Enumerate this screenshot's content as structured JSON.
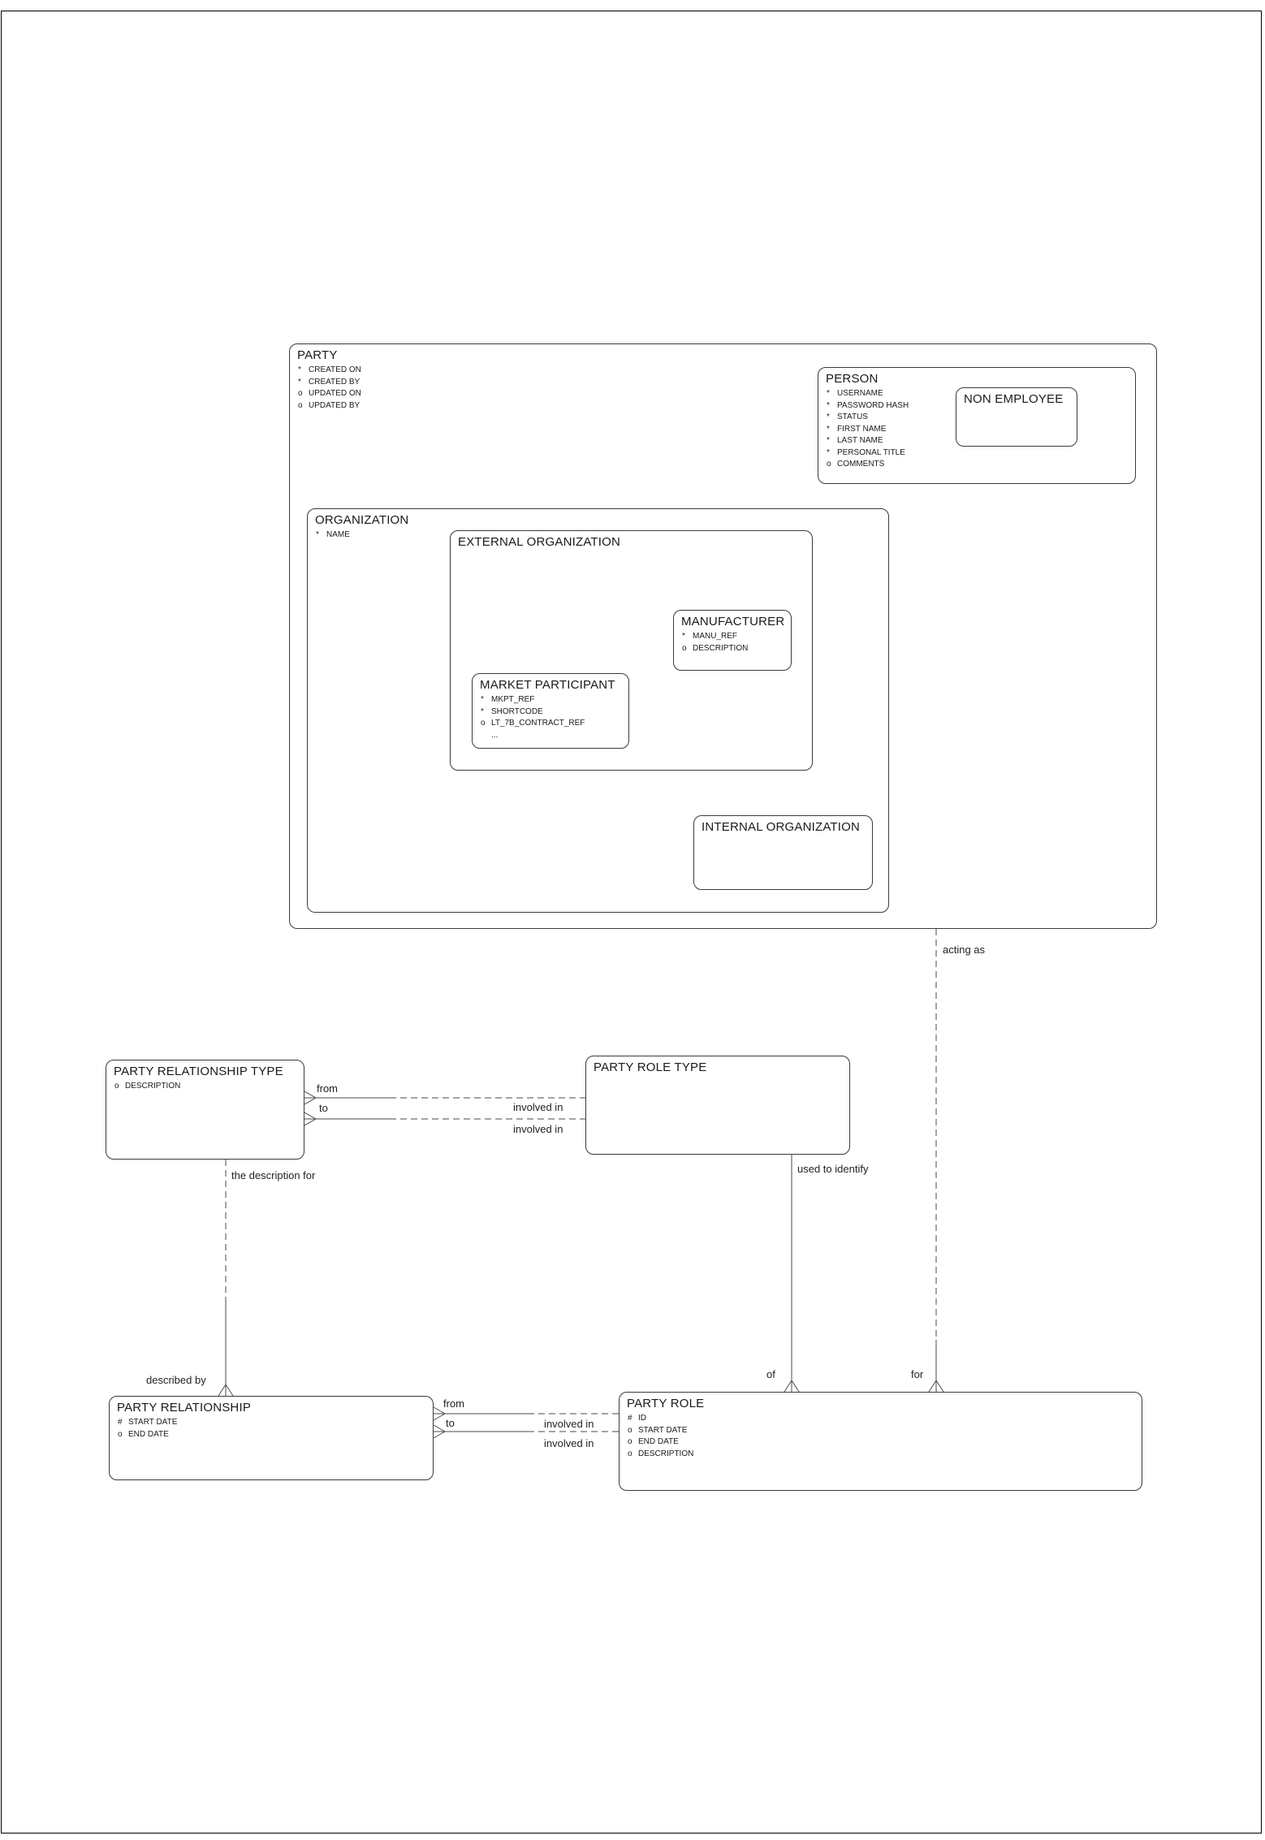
{
  "entities": {
    "party": {
      "title": "PARTY",
      "attrs": [
        {
          "m": "*",
          "n": "CREATED ON"
        },
        {
          "m": "*",
          "n": "CREATED BY"
        },
        {
          "m": "o",
          "n": "UPDATED ON"
        },
        {
          "m": "o",
          "n": "UPDATED BY"
        }
      ]
    },
    "person": {
      "title": "PERSON",
      "attrs": [
        {
          "m": "*",
          "n": "USERNAME"
        },
        {
          "m": "*",
          "n": "PASSWORD HASH"
        },
        {
          "m": "*",
          "n": "STATUS"
        },
        {
          "m": "*",
          "n": "FIRST NAME"
        },
        {
          "m": "*",
          "n": "LAST NAME"
        },
        {
          "m": "*",
          "n": "PERSONAL TITLE"
        },
        {
          "m": "o",
          "n": "COMMENTS"
        }
      ]
    },
    "non_employee": {
      "title": "NON EMPLOYEE",
      "attrs": []
    },
    "organization": {
      "title": "ORGANIZATION",
      "attrs": [
        {
          "m": "*",
          "n": "NAME"
        }
      ]
    },
    "external_organization": {
      "title": "EXTERNAL ORGANIZATION",
      "attrs": []
    },
    "manufacturer": {
      "title": "MANUFACTURER",
      "attrs": [
        {
          "m": "*",
          "n": "MANU_REF"
        },
        {
          "m": "o",
          "n": "DESCRIPTION"
        }
      ]
    },
    "market_participant": {
      "title": "MARKET PARTICIPANT",
      "attrs": [
        {
          "m": "*",
          "n": "MKPT_REF"
        },
        {
          "m": "*",
          "n": "SHORTCODE"
        },
        {
          "m": "o",
          "n": "LT_7B_CONTRACT_REF"
        },
        {
          "m": "",
          "n": "..."
        }
      ]
    },
    "internal_organization": {
      "title": "INTERNAL ORGANIZATION",
      "attrs": []
    },
    "party_relationship_type": {
      "title": "PARTY RELATIONSHIP TYPE",
      "attrs": [
        {
          "m": "o",
          "n": "DESCRIPTION"
        }
      ]
    },
    "party_role_type": {
      "title": "PARTY ROLE TYPE",
      "attrs": []
    },
    "party_relationship": {
      "title": "PARTY RELATIONSHIP",
      "attrs": [
        {
          "m": "#",
          "n": "START DATE"
        },
        {
          "m": "o",
          "n": "END DATE"
        }
      ]
    },
    "party_role": {
      "title": "PARTY ROLE",
      "attrs": [
        {
          "m": "#",
          "n": "ID"
        },
        {
          "m": "o",
          "n": "START DATE"
        },
        {
          "m": "o",
          "n": "END DATE"
        },
        {
          "m": "o",
          "n": "DESCRIPTION"
        }
      ]
    }
  },
  "labels": {
    "acting_as": "acting as",
    "from_top": "from",
    "to_top": "to",
    "involved_in_top_a": "involved in",
    "involved_in_top_b": "involved in",
    "the_description_for": "the description for",
    "described_by": "described by",
    "used_to_identify": "used to identify",
    "of": "of",
    "for": "for",
    "from_bottom": "from",
    "to_bottom": "to",
    "involved_in_bottom_a": "involved in",
    "involved_in_bottom_b": "involved in"
  }
}
